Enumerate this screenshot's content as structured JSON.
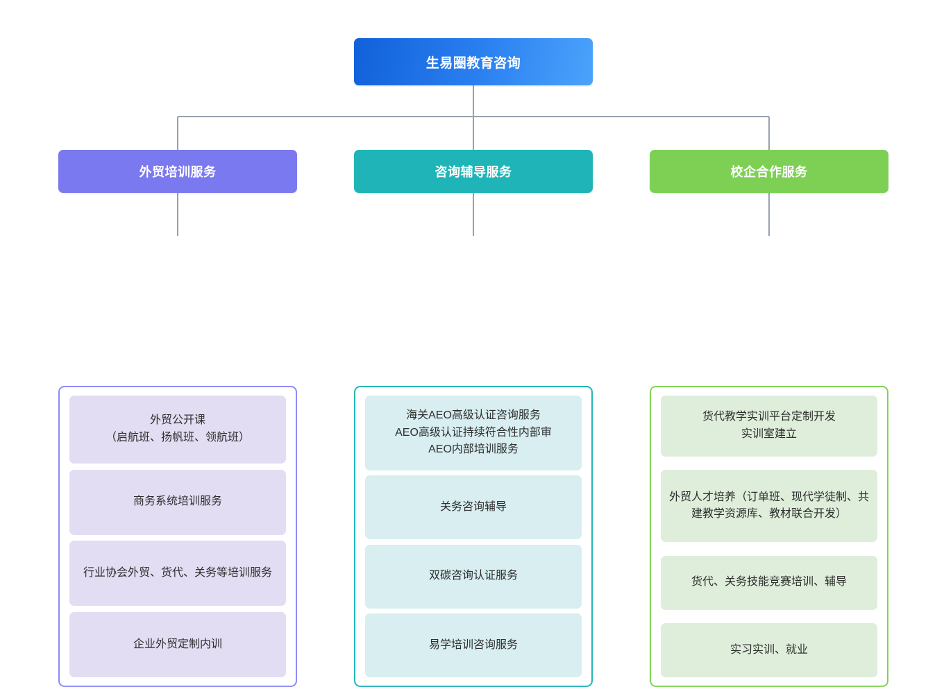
{
  "root": {
    "label": "生易圈教育咨询",
    "color": "#2a7ff0"
  },
  "connector_color": "#98a2ae",
  "branches": [
    {
      "id": "foreign-trade-training",
      "label": "外贸培训服务",
      "header_color": "#7b79ef",
      "panel_border_color": "#8d8bf2",
      "item_color": "#e3ddf3",
      "items": [
        "外贸公开课\n（启航班、扬帆班、领航班）",
        "商务系统培训服务",
        "行业协会外贸、货代、关务等培训服务",
        "企业外贸定制内训"
      ]
    },
    {
      "id": "consulting-tutoring",
      "label": "咨询辅导服务",
      "header_color": "#1fb5b8",
      "panel_border_color": "#23b6b9",
      "item_color": "#d8eef1",
      "items": [
        "海关AEO高级认证咨询服务\nAEO高级认证持续符合性内部审\nAEO内部培训服务",
        "关务咨询辅导",
        "双碳咨询认证服务",
        "易学培训咨询服务"
      ]
    },
    {
      "id": "school-enterprise-cooperation",
      "label": "校企合作服务",
      "header_color": "#7ed055",
      "panel_border_color": "#80d257",
      "item_color": "#dfeedb",
      "items": [
        "货代教学实训平台定制开发\n实训室建立",
        "外贸人才培养（订单班、现代学徒制、共建教学资源库、教材联合开发）",
        "货代、关务技能竞赛培训、辅导",
        "实习实训、就业"
      ]
    }
  ]
}
